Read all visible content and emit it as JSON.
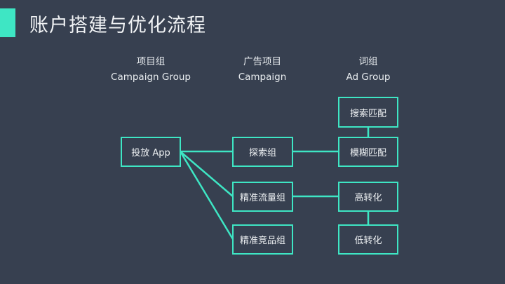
{
  "title": "账户搭建与优化流程",
  "accent_color": "#3ee6c4",
  "columns": [
    {
      "cn": "项目组",
      "en": "Campaign Group"
    },
    {
      "cn": "广告项目",
      "en": "Campaign"
    },
    {
      "cn": "词组",
      "en": "Ad Group"
    }
  ],
  "nodes": {
    "app": "投放 App",
    "explore": "探索组",
    "traffic": "精准流量组",
    "competitor": "精准竞品组",
    "search_match": "搜索匹配",
    "fuzzy_match": "模糊匹配",
    "high_conv": "高转化",
    "low_conv": "低转化"
  }
}
